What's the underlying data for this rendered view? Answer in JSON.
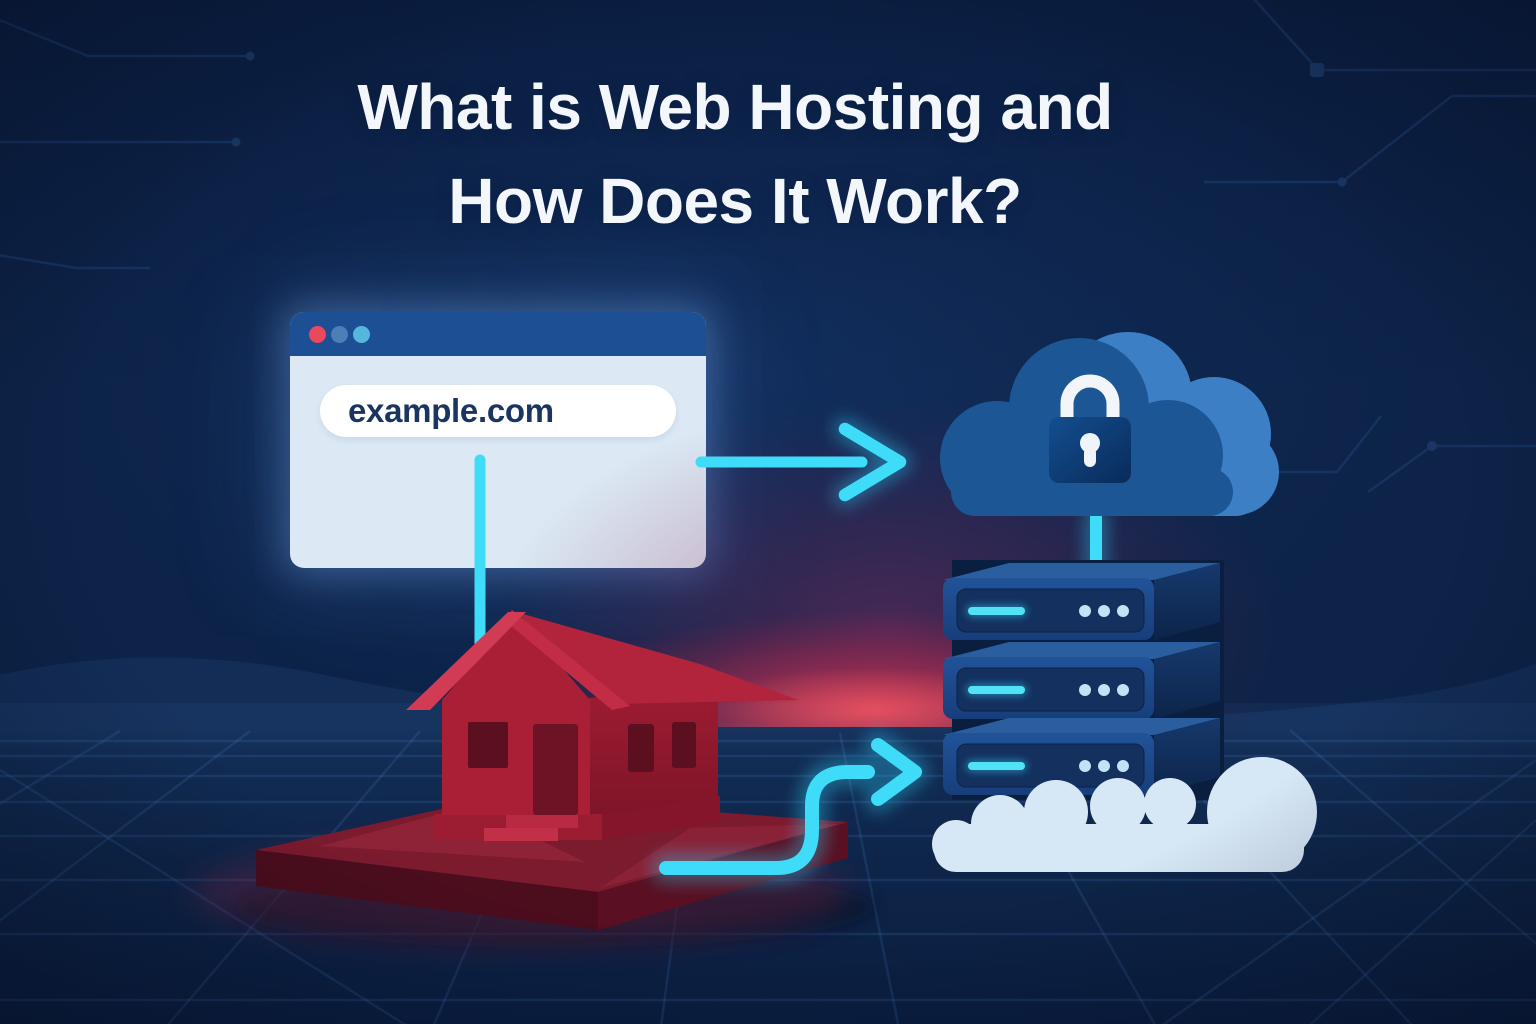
{
  "title": {
    "line1": "What is Web Hosting and",
    "line2": "How Does It Work?"
  },
  "browser_window": {
    "url": "example.com",
    "controls": [
      {
        "name": "control-red",
        "style": "background:#e8495c"
      },
      {
        "name": "control-blue",
        "style": "background:#4c7fb5"
      },
      {
        "name": "control-cyan",
        "style": "background:#56b7dc"
      }
    ]
  },
  "icons": [
    "lock-icon",
    "secure-cloud-icon",
    "hosting-cloud-icon",
    "server-stack-icon",
    "house-icon",
    "arrow-right-icon"
  ],
  "colors": {
    "background_navy": "#0c2145",
    "accent_cyan": "#3edcf8",
    "browser_bar_blue": "#1d4f94",
    "browser_body": "#dce9f5",
    "url_text": "#1a3560",
    "house_red": "#a81f36",
    "platform_red": "#7c1a2e",
    "glow_red": "#e23a55",
    "cloud_blue": "#1d5695",
    "cloud_highlight_blue": "#3d7fc4",
    "server_blue": "#1c4a8d",
    "server_panel_navy": "#14305f",
    "server_led_cyan": "#52e2f6",
    "hosting_cloud_white": "#d6e7f6",
    "title_white": "#f3f6fa"
  }
}
